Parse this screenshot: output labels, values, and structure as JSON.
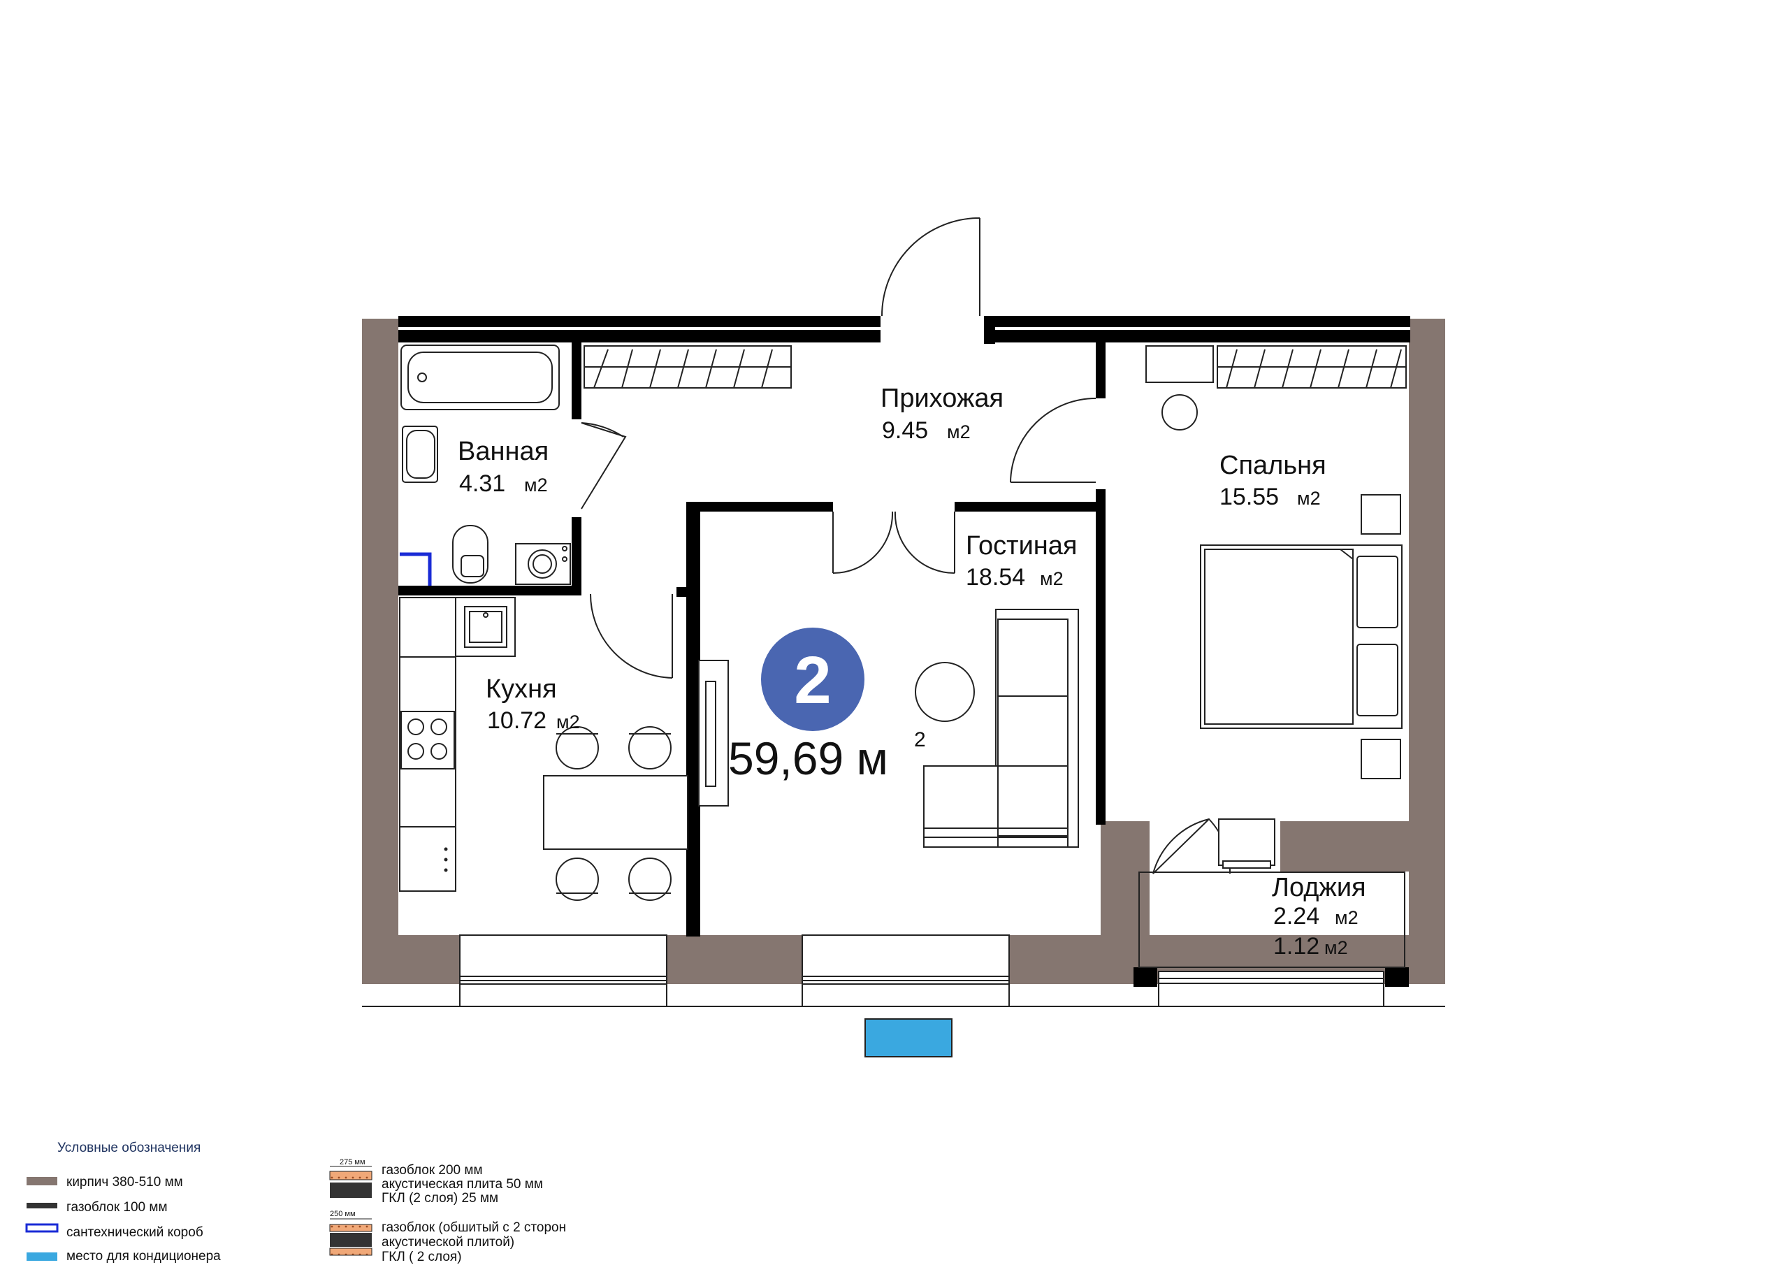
{
  "apartment": {
    "rooms_count": "2",
    "total_area": "59,69 м",
    "total_area_sup": "2"
  },
  "rooms": {
    "hall": {
      "name": "Прихожая",
      "area": "9.45",
      "unit": "м2"
    },
    "bath": {
      "name": "Ванная",
      "area": "4.31",
      "unit": "м2"
    },
    "bedroom": {
      "name": "Спальня",
      "area": "15.55",
      "unit": "м2"
    },
    "living": {
      "name": "Гостиная",
      "area": "18.54",
      "unit": "м2"
    },
    "kitchen": {
      "name": "Кухня",
      "area": "10.72",
      "unit": "м2"
    },
    "loggia": {
      "name": "Лоджия",
      "area": "2.24",
      "unit": "м2",
      "area2": "1.12",
      "unit2": "м2"
    }
  },
  "legend": {
    "title": "Условные обозначения",
    "items": [
      {
        "label": "кирпич 380-510 мм",
        "color": "#857670"
      },
      {
        "label": "газоблок 100 мм",
        "color": "#333333"
      },
      {
        "label": "сантехнический короб",
        "color": "#1a2bd6"
      },
      {
        "label": "место для кондиционера",
        "color": "#3aa8e0"
      }
    ],
    "acoustic_1": {
      "dim": "275 мм",
      "lines": [
        "газоблок 200 мм",
        "акустическая плита 50 мм",
        "ГКЛ (2 слоя) 25 мм"
      ]
    },
    "acoustic_2": {
      "dim": "250 мм",
      "lines": [
        "газоблок (обшитый с 2 сторон",
        "акустической плитой)",
        "ГКЛ ( 2 слоя)"
      ]
    }
  },
  "colors": {
    "brick": "#857670",
    "wall": "#000000",
    "badge": "#4a66b1",
    "ac": "#3aa8e0",
    "shaft": "#1a2bd6",
    "acoustic": "#e8a070"
  }
}
